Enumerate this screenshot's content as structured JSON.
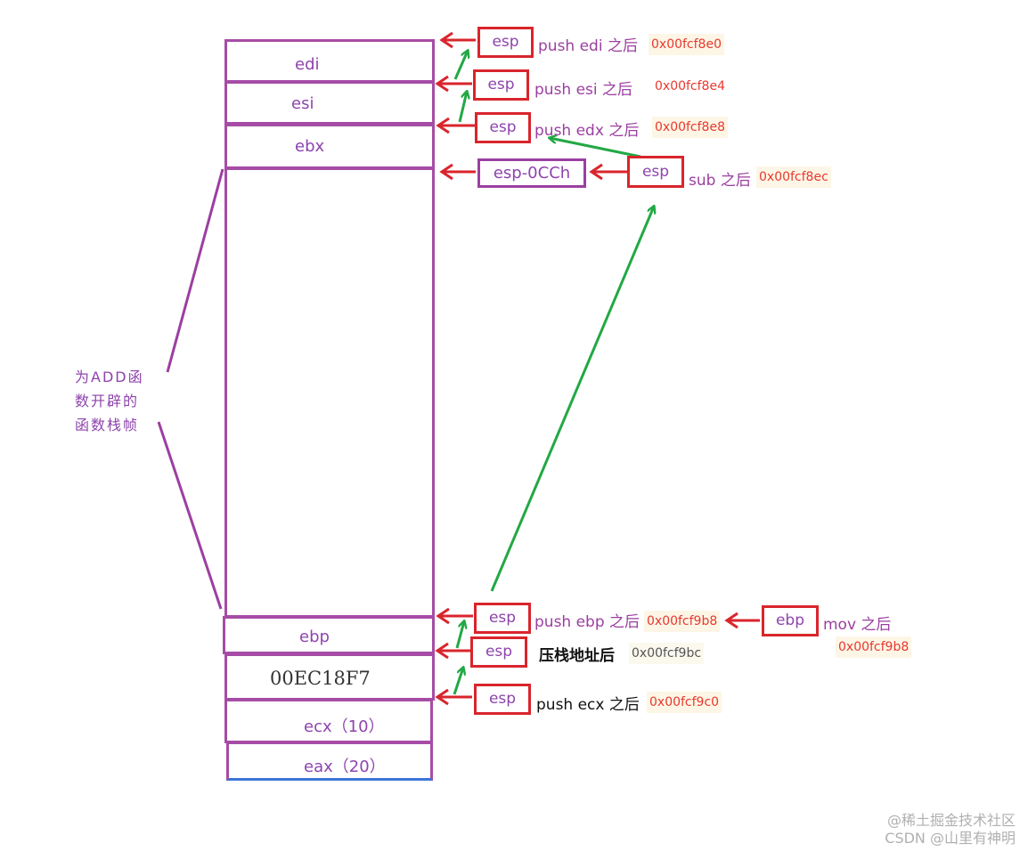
{
  "stack_slots": [
    {
      "label": "edi"
    },
    {
      "label": "esi"
    },
    {
      "label": "ebx"
    },
    {
      "label": ""
    },
    {
      "label": "ebp"
    },
    {
      "label": "00EC18F7"
    },
    {
      "label": "ecx（10）"
    },
    {
      "label": "eax（20）"
    }
  ],
  "side_note": {
    "line1": "为ADD函",
    "line2": "数开辟的",
    "line3": "函数栈帧"
  },
  "pointers": [
    {
      "box": "esp",
      "caption": "push edi 之后",
      "address": "0x00fcf8e0"
    },
    {
      "box": "esp",
      "caption": "push esi 之后",
      "address": "0x00fcf8e4"
    },
    {
      "box": "esp",
      "caption": "push edx 之后",
      "address": "0x00fcf8e8"
    },
    {
      "box": "esp-0CCh",
      "caption": "",
      "address": ""
    },
    {
      "box": "esp",
      "caption": "sub 之后",
      "address": "0x00fcf8ec"
    },
    {
      "box": "esp",
      "caption": "push ebp 之后",
      "address": "0x00fcf9b8"
    },
    {
      "box": "esp",
      "caption": "压栈地址后",
      "address": "0x00fcf9bc"
    },
    {
      "box": "esp",
      "caption": "push ecx 之后",
      "address": "0x00fcf9c0"
    },
    {
      "box": "ebp",
      "caption": "mov 之后",
      "address": "0x00fcf9b8"
    }
  ],
  "watermark": {
    "line1": "@稀土掘金技术社区",
    "line2": "CSDN @山里有神明"
  },
  "colors": {
    "stack_border": "#a64ca6",
    "pointer_red": "#d9252c",
    "arrow_green": "#22a845",
    "text_purple": "#8e44ad",
    "address_red": "#e8382f"
  }
}
